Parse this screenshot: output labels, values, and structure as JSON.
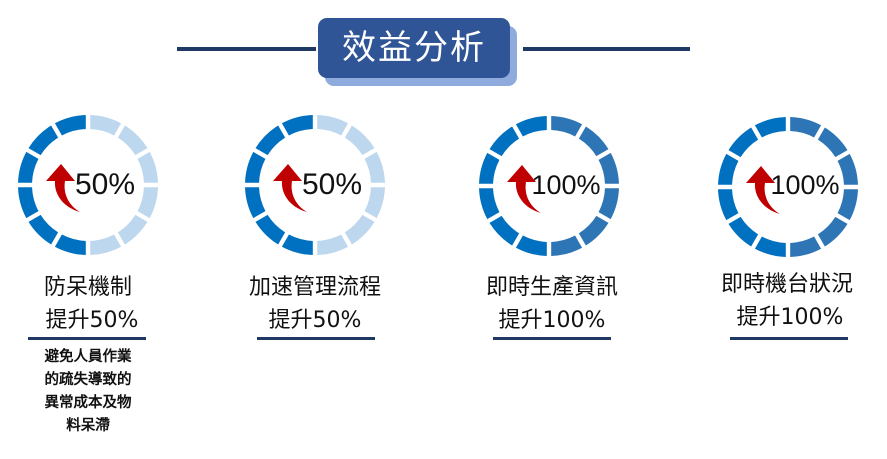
{
  "title": "效益分析",
  "colors": {
    "filled": "#0070C0",
    "empty": "#BDD7EE",
    "full_right": "#2E75B6",
    "arrow": "#C00000",
    "banner": "#2F5597",
    "banner_shadow": "#8FAADC",
    "line": "#1F3864"
  },
  "items": [
    {
      "percent_text": "50%",
      "percent": 50,
      "label1": "防呆機制",
      "label2": "提升50%",
      "note": [
        "避免人員作業",
        "的疏失導致的",
        "異常成本及物",
        "料呆滯"
      ]
    },
    {
      "percent_text": "50%",
      "percent": 50,
      "label1": "加速管理流程",
      "label2": "提升50%"
    },
    {
      "percent_text": "100%",
      "percent": 100,
      "label1": "即時生產資訊",
      "label2": "提升100%"
    },
    {
      "percent_text": "100%",
      "percent": 100,
      "label1": "即時機台狀況",
      "label2": "提升100%"
    }
  ]
}
